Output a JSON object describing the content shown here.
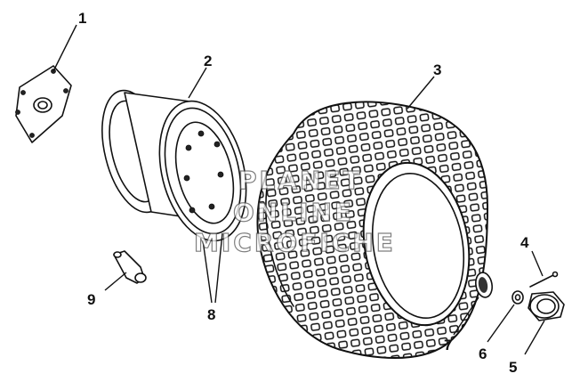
{
  "callouts": {
    "c1": "1",
    "c2": "2",
    "c3": "3",
    "c4": "4",
    "c5": "5",
    "c6": "6",
    "c7": "7",
    "c8": "8",
    "c9": "9"
  },
  "watermark": {
    "line1": "PLANET",
    "line2": "ONLINE",
    "line3": "MICROFICHE"
  },
  "colors": {
    "ink": "#111111",
    "background": "#ffffff"
  }
}
